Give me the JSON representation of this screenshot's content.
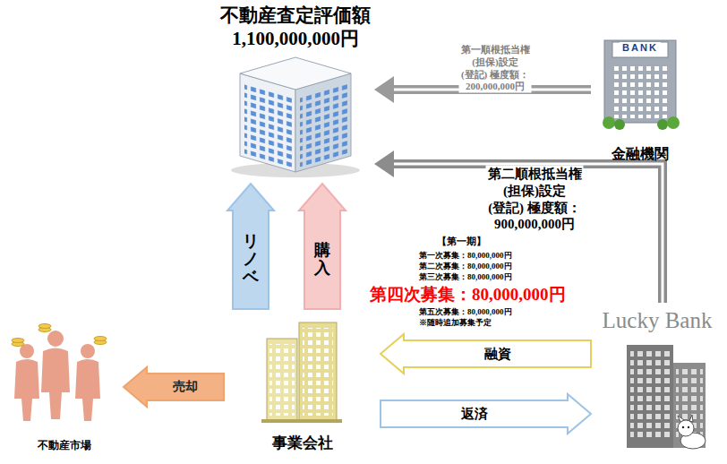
{
  "diagram": {
    "nodes": [
      {
        "text": [
          "不動産査定評価額",
          "1,100,000,000円"
        ]
      },
      {
        "text": [
          "BANK",
          "金融機関"
        ]
      },
      {
        "text": [
          "不動産市場"
        ]
      },
      {
        "text": [
          "事業会社"
        ]
      },
      {
        "text": [
          "Lucky Bank"
        ]
      }
    ],
    "edges": [
      {
        "from": 1,
        "to": 0,
        "arrow": "to",
        "label": "第一順根抵当権(担保)設定(登記) 極度額：200,000,000円"
      },
      {
        "from": 4,
        "to": 0,
        "arrow": "to",
        "label": "第二順根抵当権(担保)設定(登記) 極度額：900,000,000円"
      },
      {
        "from": 3,
        "to": 0,
        "arrow": "to",
        "label": "リノベ"
      },
      {
        "from": 3,
        "to": 0,
        "arrow": "to",
        "label": "購入"
      },
      {
        "from": 4,
        "to": 3,
        "arrow": "to",
        "label": "融資"
      },
      {
        "from": 3,
        "to": 4,
        "arrow": "to",
        "label": "返済"
      },
      {
        "from": 3,
        "to": 2,
        "arrow": "to",
        "label": "売却"
      }
    ],
    "labels": [
      "【第一期】",
      "第一次募集：80,000,000円",
      "第二次募集：80,000,000円",
      "第三次募集：80,000,000円",
      "第四次募集：80,000,000円",
      "第五次募集：80,000,000円",
      "※随時追加募集予定"
    ]
  }
}
